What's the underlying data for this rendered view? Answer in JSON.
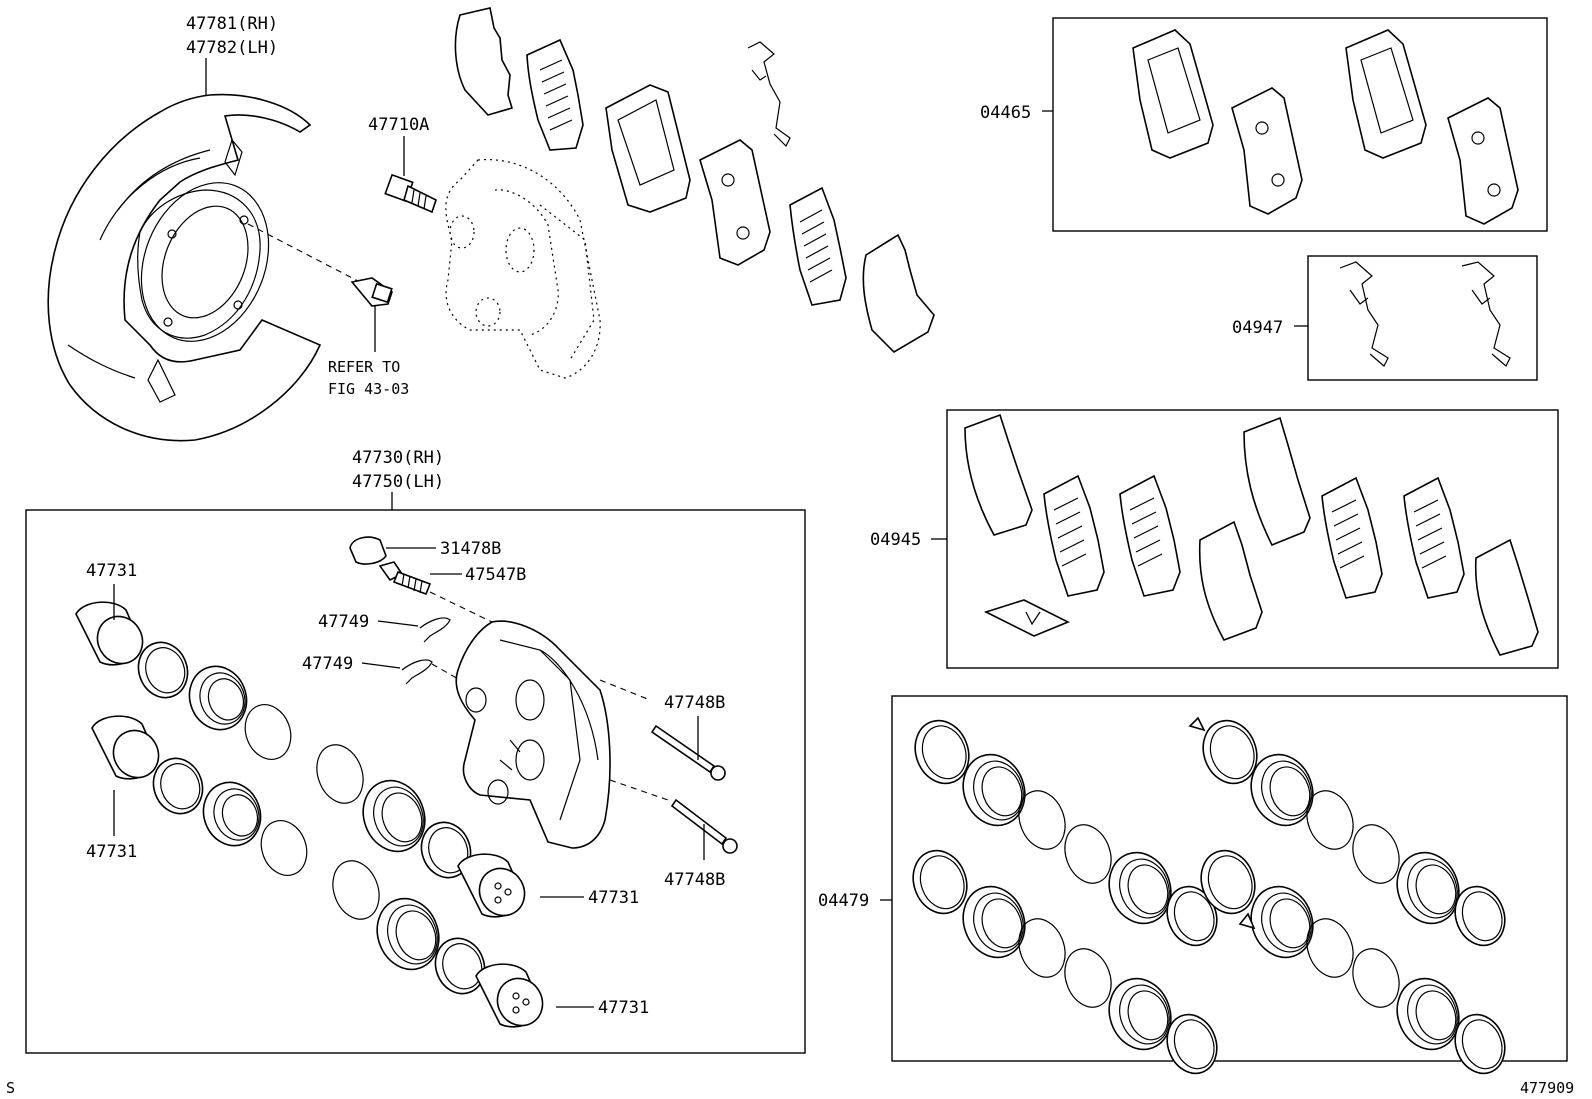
{
  "diagram": {
    "labels": {
      "shield_rh": "47781(RH)",
      "shield_lh": "47782(LH)",
      "bolt": "47710A",
      "refer_line1": "REFER TO",
      "refer_line2": "FIG 43-03",
      "caliper_rh": "47730(RH)",
      "caliper_lh": "47750(LH)",
      "cap": "31478B",
      "bleeder": "47547B",
      "clip_upper": "47749",
      "clip_lower": "47749",
      "piston_tl": "47731",
      "piston_bl": "47731",
      "piston_mid": "47731",
      "piston_bot": "47731",
      "pin_upper": "47748B",
      "pin_lower": "47748B",
      "kit_pads": "04465",
      "kit_springs": "04947",
      "kit_shims": "04945",
      "kit_seals": "04479",
      "corner_mark": "S",
      "figure_number": "477909"
    }
  }
}
